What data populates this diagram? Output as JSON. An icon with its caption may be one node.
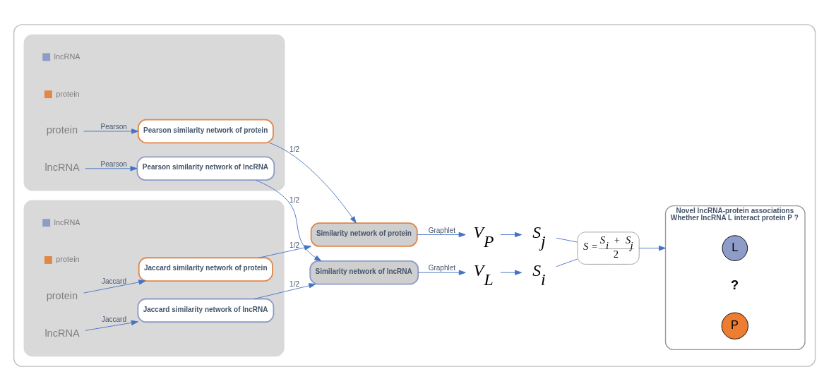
{
  "diagram": {
    "nodes": [
      {
        "text": [],
        "shape": "box"
      },
      {
        "text": [],
        "shape": "box",
        "in": 0
      },
      {
        "text": [
          "lncRNA"
        ],
        "in": 1
      },
      {
        "text": [
          "Pearson similarity network of lncRNA"
        ],
        "in": 1
      },
      {
        "text": [
          "protein"
        ],
        "in": 1
      },
      {
        "text": [
          "Pearson similarity network of protein"
        ],
        "in": 1
      },
      {
        "text": [],
        "shape": "box",
        "in": 0
      },
      {
        "text": [
          "lncRNA"
        ],
        "in": 6
      },
      {
        "text": [
          "Jaccard similarity network of lncRNA"
        ],
        "in": 6
      },
      {
        "text": [
          "protein"
        ],
        "in": 6
      },
      {
        "text": [
          "Jaccard similarity network of protein"
        ],
        "in": 6
      },
      {
        "text": [
          "Similarity network of lncRNA"
        ],
        "in": 0
      },
      {
        "text": [
          "Similarity network of protein"
        ],
        "in": 0
      },
      {
        "text": [
          "V$_{L}$"
        ],
        "in": 0
      },
      {
        "text": [
          "V$_{P}$"
        ],
        "in": 0
      },
      {
        "text": [
          "S$_{i}$"
        ],
        "in": 0
      },
      {
        "text": [
          "S$_{j}$"
        ],
        "in": 0
      },
      {
        "text": [
          "S =",
          "S$_{i}$ + S$_{j}$",
          "2"
        ],
        "in": 0
      },
      {
        "text": [
          "Novel lncRNA-protein associations",
          "Whether lncRNA L interact protein P ?"
        ],
        "in": 0
      },
      {
        "text": [
          "L"
        ],
        "in": 18
      },
      {
        "text": [
          "?"
        ],
        "in": 18
      },
      {
        "text": [
          "P"
        ],
        "in": 18
      }
    ],
    "edges": [
      {
        "from": 2,
        "to": 3,
        "arrow": "to",
        "label": "Pearson"
      },
      {
        "from": 4,
        "to": 5,
        "arrow": "to",
        "label": "Pearson"
      },
      {
        "from": 7,
        "to": 8,
        "arrow": "to",
        "label": "Jaccard"
      },
      {
        "from": 9,
        "to": 10,
        "arrow": "to",
        "label": "Jaccard"
      },
      {
        "from": 3,
        "to": 11,
        "arrow": "to",
        "label": "1/2"
      },
      {
        "from": 8,
        "to": 11,
        "arrow": "to",
        "label": "1/2"
      },
      {
        "from": 5,
        "to": 12,
        "arrow": "to",
        "label": "1/2"
      },
      {
        "from": 10,
        "to": 12,
        "arrow": "to",
        "label": "1/2"
      },
      {
        "from": 11,
        "to": 13,
        "arrow": "to",
        "label": "Graphlet"
      },
      {
        "from": 12,
        "to": 14,
        "arrow": "to",
        "label": "Graphlet"
      },
      {
        "from": 13,
        "to": 15,
        "arrow": "to"
      },
      {
        "from": 14,
        "to": 16,
        "arrow": "to"
      },
      {
        "from": 15,
        "to": 17,
        "arrow": "none"
      },
      {
        "from": 16,
        "to": 17,
        "arrow": "none"
      },
      {
        "from": 17,
        "to": 18,
        "arrow": "to"
      }
    ],
    "legend": [
      {
        "text": "lncRNA",
        "color": "#8e9cc8"
      },
      {
        "text": "protein",
        "color": "#e0884a"
      },
      {
        "text": "lncRNA",
        "color": "#8e9cc8"
      },
      {
        "text": "protein",
        "color": "#e0884a"
      }
    ]
  }
}
